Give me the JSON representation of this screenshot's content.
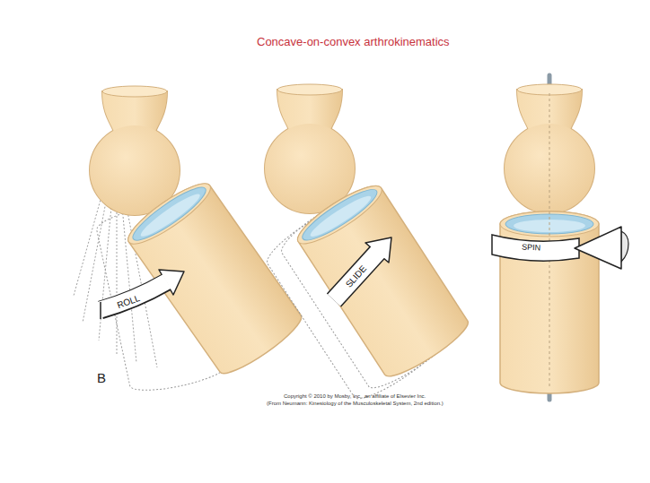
{
  "diagram": {
    "title": "Concave-on-convex arthrokinematics",
    "labels": [
      "ROLL",
      "SLIDE",
      "SPIN",
      "B",
      "Copyright © 2010 by Mosby, Inc., an affiliate of Elsevier Inc.",
      "(From Neumann: Kinesiology of the Musculoskeletal System, 2nd edition.)"
    ]
  }
}
